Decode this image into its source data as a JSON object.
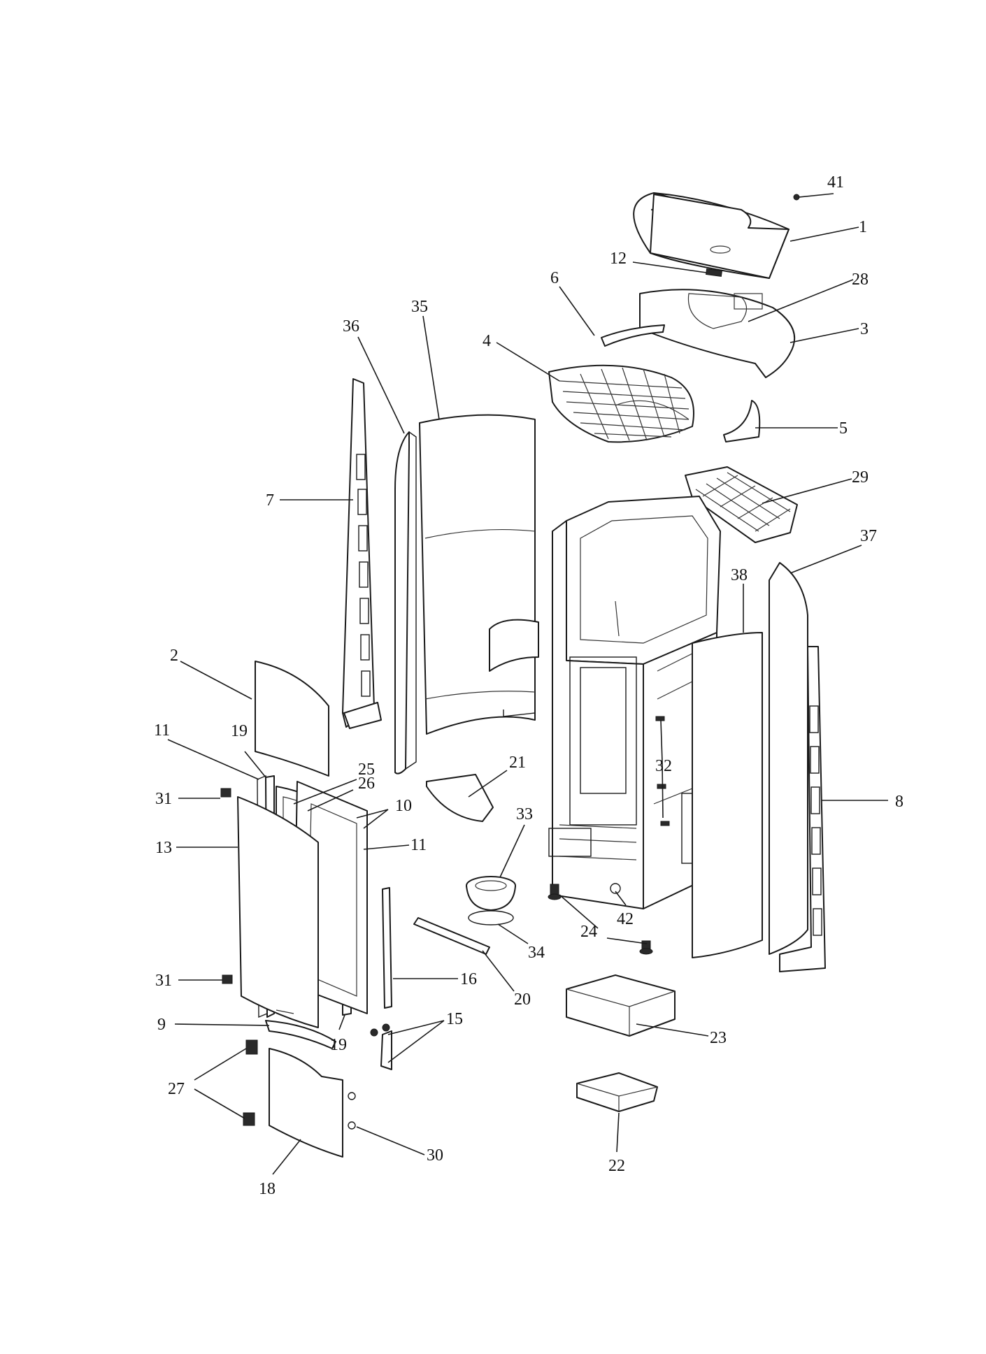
{
  "diagram": {
    "type": "exploded-parts-view",
    "callouts": [
      "41",
      "1",
      "12",
      "28",
      "3",
      "6",
      "4",
      "5",
      "36",
      "35",
      "29",
      "37",
      "7",
      "38",
      "2",
      "11",
      "19",
      "25",
      "26",
      "10",
      "11",
      "21",
      "31",
      "13",
      "33",
      "32",
      "8",
      "24",
      "42",
      "34",
      "31",
      "16",
      "20",
      "15",
      "9",
      "19",
      "23",
      "27",
      "30",
      "22",
      "18"
    ]
  }
}
